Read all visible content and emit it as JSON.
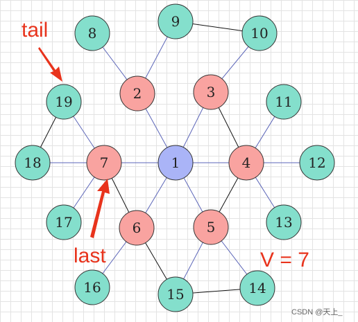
{
  "nodes": [
    {
      "id": "1",
      "label": "1",
      "type": "center"
    },
    {
      "id": "2",
      "label": "2",
      "type": "inner"
    },
    {
      "id": "3",
      "label": "3",
      "type": "inner"
    },
    {
      "id": "4",
      "label": "4",
      "type": "inner"
    },
    {
      "id": "5",
      "label": "5",
      "type": "inner"
    },
    {
      "id": "6",
      "label": "6",
      "type": "inner"
    },
    {
      "id": "7",
      "label": "7",
      "type": "inner"
    },
    {
      "id": "8",
      "label": "8",
      "type": "outer"
    },
    {
      "id": "9",
      "label": "9",
      "type": "outer"
    },
    {
      "id": "10",
      "label": "10",
      "type": "outer"
    },
    {
      "id": "11",
      "label": "11",
      "type": "outer"
    },
    {
      "id": "12",
      "label": "12",
      "type": "outer"
    },
    {
      "id": "13",
      "label": "13",
      "type": "outer"
    },
    {
      "id": "14",
      "label": "14",
      "type": "outer"
    },
    {
      "id": "15",
      "label": "15",
      "type": "outer"
    },
    {
      "id": "16",
      "label": "16",
      "type": "outer"
    },
    {
      "id": "17",
      "label": "17",
      "type": "outer"
    },
    {
      "id": "18",
      "label": "18",
      "type": "outer"
    },
    {
      "id": "19",
      "label": "19",
      "type": "outer"
    }
  ],
  "edges": [
    {
      "from": "1",
      "to": "2",
      "style": "blue"
    },
    {
      "from": "1",
      "to": "3",
      "style": "blue"
    },
    {
      "from": "1",
      "to": "4",
      "style": "blue"
    },
    {
      "from": "1",
      "to": "5",
      "style": "blue"
    },
    {
      "from": "1",
      "to": "6",
      "style": "blue"
    },
    {
      "from": "1",
      "to": "7",
      "style": "blue"
    },
    {
      "from": "2",
      "to": "8",
      "style": "blue"
    },
    {
      "from": "2",
      "to": "9",
      "style": "blue"
    },
    {
      "from": "3",
      "to": "10",
      "style": "blue"
    },
    {
      "from": "3",
      "to": "4",
      "style": "black"
    },
    {
      "from": "4",
      "to": "11",
      "style": "blue"
    },
    {
      "from": "4",
      "to": "12",
      "style": "blue"
    },
    {
      "from": "4",
      "to": "13",
      "style": "blue"
    },
    {
      "from": "4",
      "to": "5",
      "style": "black"
    },
    {
      "from": "5",
      "to": "14",
      "style": "blue"
    },
    {
      "from": "5",
      "to": "15",
      "style": "blue"
    },
    {
      "from": "6",
      "to": "15",
      "style": "black"
    },
    {
      "from": "6",
      "to": "16",
      "style": "blue"
    },
    {
      "from": "6",
      "to": "7",
      "style": "black"
    },
    {
      "from": "7",
      "to": "17",
      "style": "blue"
    },
    {
      "from": "7",
      "to": "18",
      "style": "blue"
    },
    {
      "from": "7",
      "to": "19",
      "style": "blue"
    },
    {
      "from": "9",
      "to": "10",
      "style": "black"
    },
    {
      "from": "14",
      "to": "15",
      "style": "black"
    },
    {
      "from": "18",
      "to": "19",
      "style": "black"
    }
  ],
  "annotations": {
    "tail": "tail",
    "last": "last",
    "v_label": "V = 7"
  },
  "watermark": "CSDN @天上_",
  "colors": {
    "center_fill": "#aab4f7",
    "inner_fill": "#f9a3a0",
    "outer_fill": "#84dfcc",
    "node_stroke": "#333333",
    "edge_blue": "#5b65b8",
    "edge_black": "#111111",
    "annotation_red": "#e8331c"
  }
}
